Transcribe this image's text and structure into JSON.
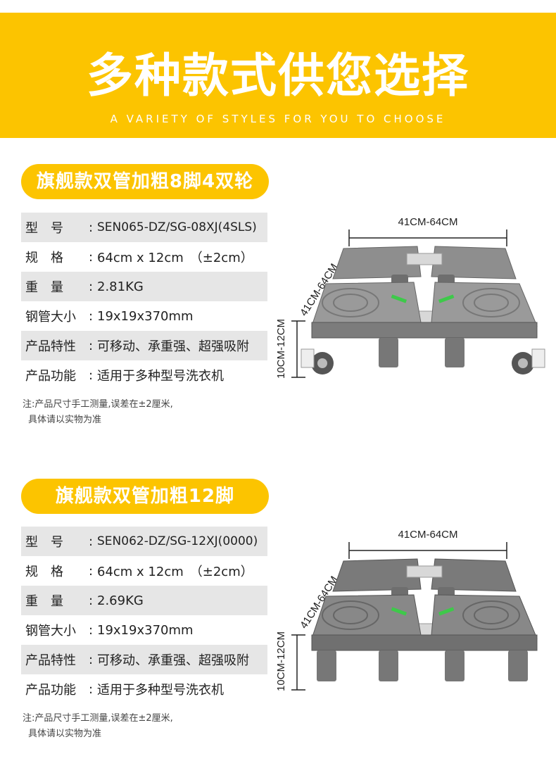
{
  "banner": {
    "title": "多种款式供您选择",
    "subtitle": "A VARIETY OF STYLES FOR YOU TO CHOOSE"
  },
  "products": [
    {
      "name": "旗舰款双管加粗8脚4双轮",
      "specs": [
        {
          "key": "型　号",
          "value": "SEN065-DZ/SG-08XJ(4SLS)"
        },
        {
          "key": "规　格",
          "value": "64cm x 12cm　（±2cm）"
        },
        {
          "key": "重　量",
          "value": "2.81KG"
        },
        {
          "key": "钢管大小",
          "value": "19x19x370mm"
        },
        {
          "key": "产品特性",
          "value": "可移动、承重强、超强吸附"
        },
        {
          "key": "产品功能",
          "value": "适用于多种型号洗衣机"
        }
      ],
      "note_line1": "注:产品尺寸手工测量,误差在±2厘米,",
      "note_line2": "具体请以实物为准",
      "dims": {
        "width": "41CM-64CM",
        "depth": "41CM-64CM",
        "height": "10CM-12CM"
      }
    },
    {
      "name": "旗舰款双管加粗12脚",
      "specs": [
        {
          "key": "型　号",
          "value": "SEN062-DZ/SG-12XJ(0000)"
        },
        {
          "key": "规　格",
          "value": "64cm x 12cm　（±2cm）"
        },
        {
          "key": "重　量",
          "value": "2.69KG"
        },
        {
          "key": "钢管大小",
          "value": "19x19x370mm"
        },
        {
          "key": "产品特性",
          "value": "可移动、承重强、超强吸附"
        },
        {
          "key": "产品功能",
          "value": "适用于多种型号洗衣机"
        }
      ],
      "note_line1": "注:产品尺寸手工测量,误差在±2厘米,",
      "note_line2": "具体请以实物为准",
      "dims": {
        "width": "41CM-64CM",
        "depth": "41CM-64CM",
        "height": "10CM-12CM"
      }
    }
  ],
  "colors": {
    "accent": "#fcc400",
    "shade": "#e6e6e6",
    "product_gray": "#8e8e8e",
    "highlight_green": "#3ec94a"
  }
}
